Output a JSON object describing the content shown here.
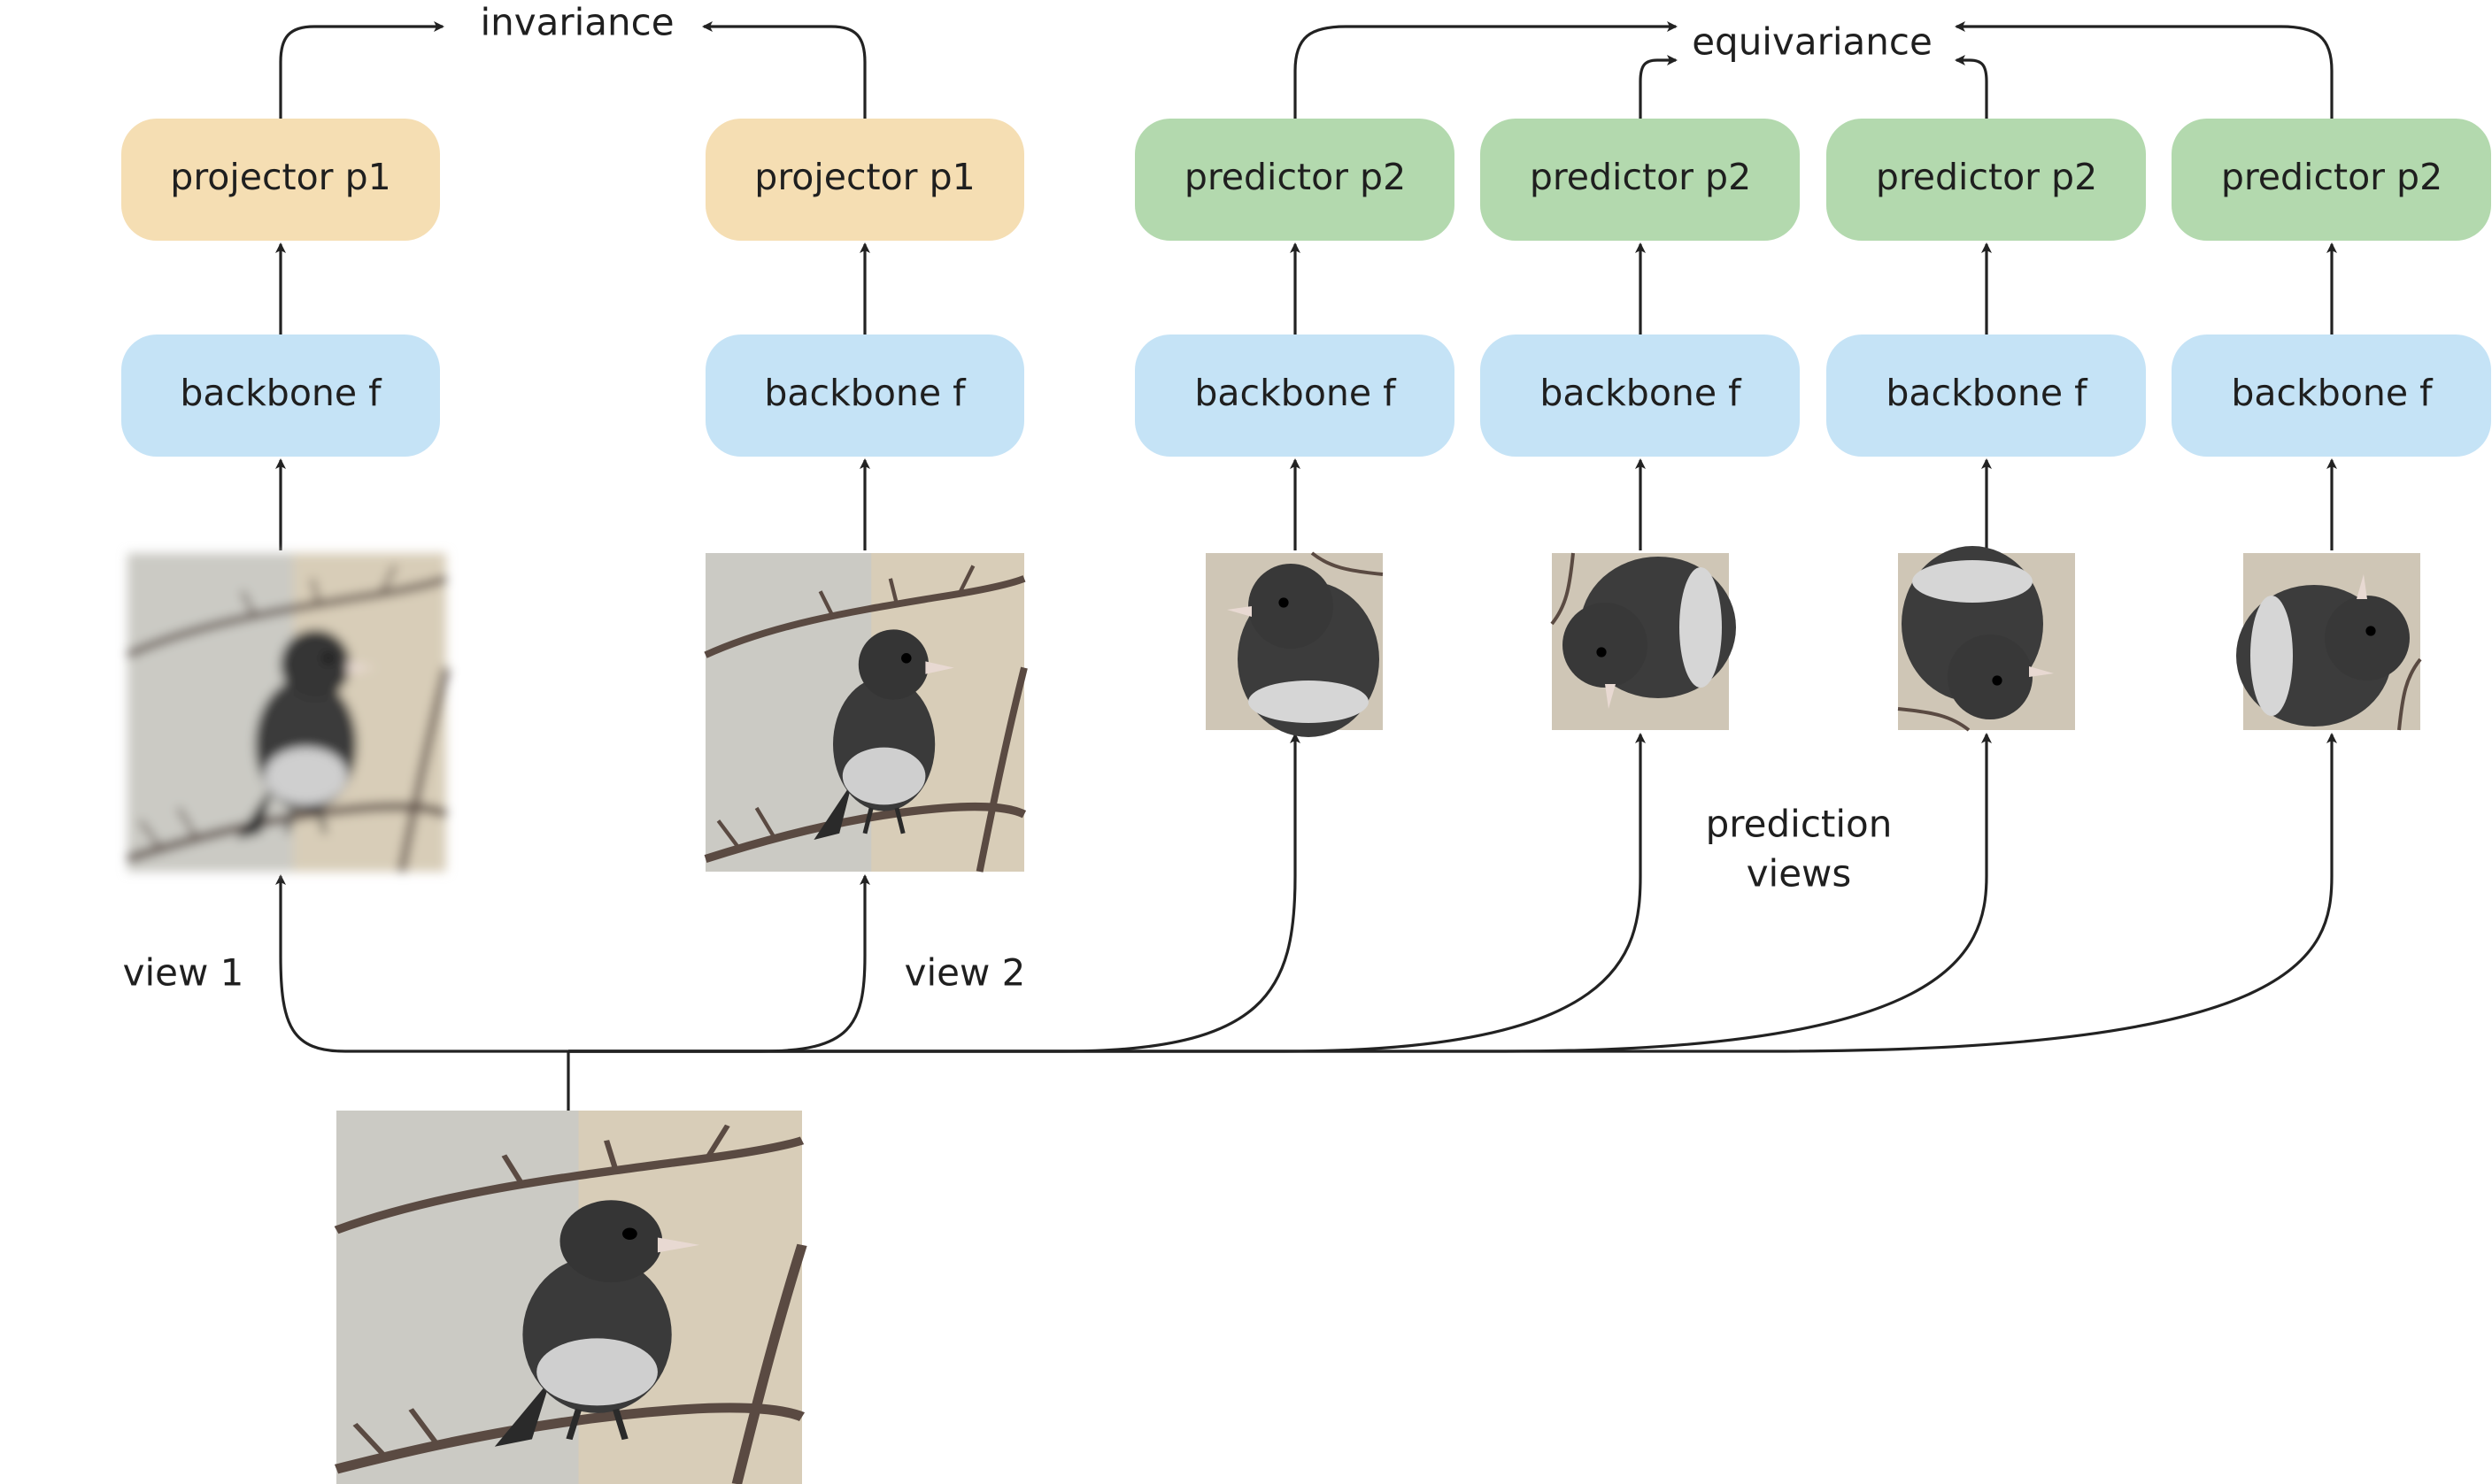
{
  "labels": {
    "invariance": "invariance",
    "equivariance": "equivariance",
    "view1": "view 1",
    "view2": "view 2",
    "prediction_views_line1": "prediction",
    "prediction_views_line2": "views"
  },
  "columns": [
    {
      "head": "projector p1",
      "backbone": "backbone f",
      "head_kind": "projector",
      "view": "blurred crop of bird"
    },
    {
      "head": "projector p1",
      "backbone": "backbone f",
      "head_kind": "projector",
      "view": "cropped bird on branch"
    },
    {
      "head": "predictor p2",
      "backbone": "backbone f",
      "head_kind": "predictor",
      "view": "small crop, rotation 0°"
    },
    {
      "head": "predictor p2",
      "backbone": "backbone f",
      "head_kind": "predictor",
      "view": "small crop, rotation 90°"
    },
    {
      "head": "predictor p2",
      "backbone": "backbone f",
      "head_kind": "predictor",
      "view": "small crop, rotation 180°"
    },
    {
      "head": "predictor p2",
      "backbone": "backbone f",
      "head_kind": "predictor",
      "view": "small crop, rotation 270°"
    }
  ],
  "colors": {
    "projector": "#f5deb3",
    "predictor": "#b3d9ae",
    "backbone": "#c5e3f6",
    "arrow": "#222222",
    "photo_background": "#d8cdb8",
    "bird_body": "#3a3a3a",
    "bird_belly": "#cfcfcf",
    "branch": "#5a4a42"
  },
  "icons": {
    "arrowhead": "arrowhead-icon"
  }
}
